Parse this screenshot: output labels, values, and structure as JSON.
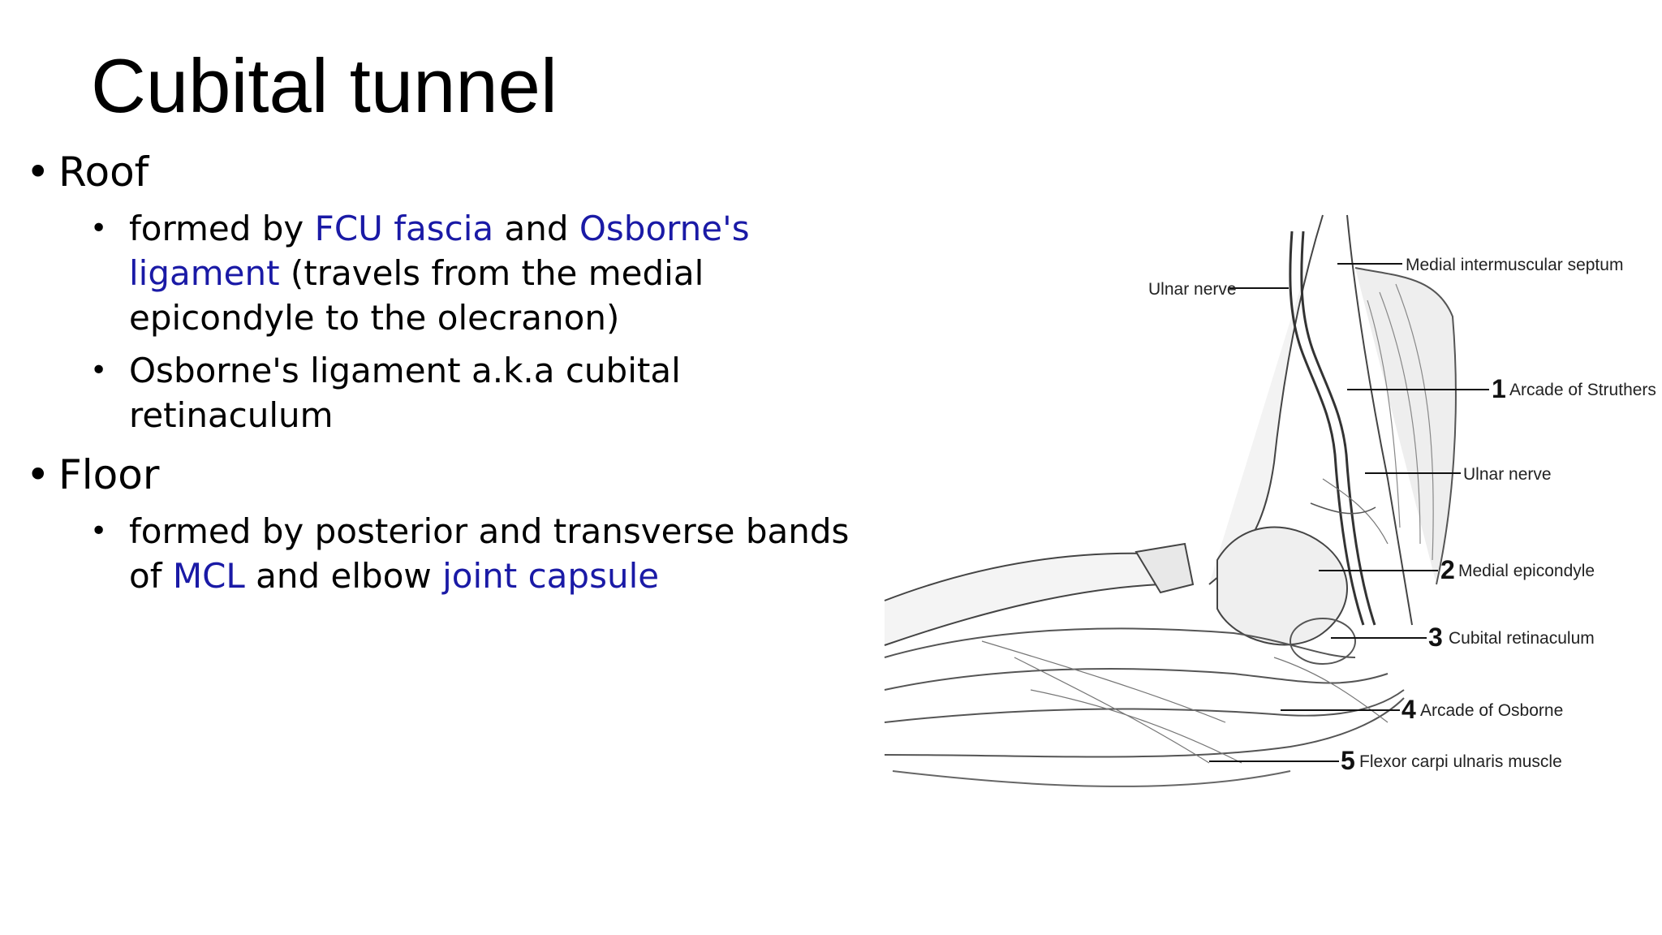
{
  "slide": {
    "title": "Cubital tunnel",
    "sections": [
      {
        "heading": "Roof",
        "items": [
          {
            "parts": [
              {
                "text": "formed by ",
                "link": false
              },
              {
                "text": "FCU fascia",
                "link": true
              },
              {
                "text": " and ",
                "link": false
              },
              {
                "text": "Osborne's ligament",
                "link": true
              },
              {
                "text": " (travels from the medial epicondyle to the olecranon)",
                "link": false
              }
            ]
          },
          {
            "parts": [
              {
                "text": "Osborne's ligament  a.k.a cubital retinaculum",
                "link": false
              }
            ]
          }
        ]
      },
      {
        "heading": "Floor",
        "items": [
          {
            "parts": [
              {
                "text": "formed by posterior and transverse bands of ",
                "link": false
              },
              {
                "text": "MCL",
                "link": true
              },
              {
                "text": " and elbow ",
                "link": false
              },
              {
                "text": "joint capsule",
                "link": true
              }
            ]
          }
        ]
      }
    ]
  },
  "figure": {
    "labels": {
      "ulnar_nerve_top": "Ulnar nerve",
      "medial_intermuscular_septum": "Medial intermuscular septum",
      "arcade_of_struthers": {
        "number": "1",
        "text": "Arcade of Struthers"
      },
      "ulnar_nerve_right": "Ulnar nerve",
      "medial_epicondyle": {
        "number": "2",
        "text": "Medial epicondyle"
      },
      "cubital_retinaculum": {
        "number": "3",
        "text": "Cubital retinaculum"
      },
      "arcade_of_osborne": {
        "number": "4",
        "text": "Arcade of Osborne"
      },
      "flexor_carpi_ulnaris": {
        "number": "5",
        "text": "Flexor carpi ulnaris muscle"
      }
    }
  },
  "colors": {
    "link": "#1a1aa6",
    "text": "#000000",
    "background": "#ffffff"
  }
}
